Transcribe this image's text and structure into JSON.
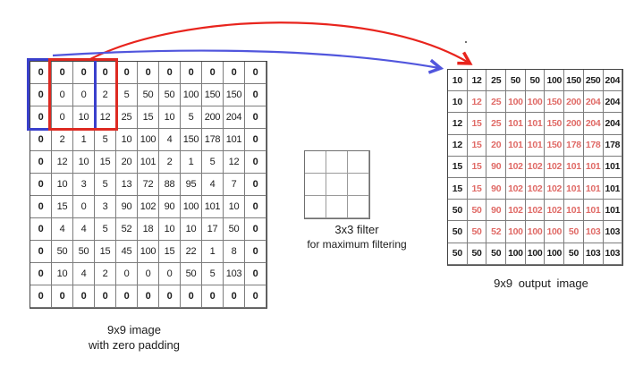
{
  "colors": {
    "black_text": "#1c1c1c",
    "red_text": "#e06a66",
    "window_red": "#dd2a22",
    "window_blue": "#3a40cc",
    "arrow_red": "#e8241d",
    "arrow_blue": "#5156dd",
    "grid_line": "#7d7d7d"
  },
  "padded_image": {
    "label_line1": "9x9 image",
    "label_line2": "with zero padding",
    "rows": [
      [
        0,
        0,
        0,
        0,
        0,
        0,
        0,
        0,
        0,
        0,
        0
      ],
      [
        0,
        0,
        0,
        2,
        5,
        50,
        50,
        100,
        150,
        150,
        0
      ],
      [
        0,
        0,
        10,
        12,
        25,
        15,
        10,
        5,
        200,
        204,
        0
      ],
      [
        0,
        2,
        1,
        5,
        10,
        100,
        4,
        150,
        178,
        101,
        0
      ],
      [
        0,
        12,
        10,
        15,
        20,
        101,
        2,
        1,
        5,
        12,
        0
      ],
      [
        0,
        10,
        3,
        5,
        13,
        72,
        88,
        95,
        4,
        7,
        0
      ],
      [
        0,
        15,
        0,
        3,
        90,
        102,
        90,
        100,
        101,
        10,
        0
      ],
      [
        0,
        4,
        4,
        5,
        52,
        18,
        10,
        10,
        17,
        50,
        0
      ],
      [
        0,
        50,
        50,
        15,
        45,
        100,
        15,
        22,
        1,
        8,
        0
      ],
      [
        0,
        10,
        4,
        2,
        0,
        0,
        0,
        50,
        5,
        103,
        0
      ],
      [
        0,
        0,
        0,
        0,
        0,
        0,
        0,
        0,
        0,
        0,
        0
      ]
    ]
  },
  "filter": {
    "label_line1": "3x3 filter",
    "label_line2": "for maximum filtering"
  },
  "output_image": {
    "label": "9x9 output image",
    "rows": [
      [
        10,
        12,
        25,
        50,
        50,
        100,
        150,
        250,
        204
      ],
      [
        10,
        12,
        25,
        100,
        100,
        150,
        200,
        204,
        204
      ],
      [
        12,
        15,
        25,
        101,
        101,
        150,
        200,
        204,
        204
      ],
      [
        12,
        15,
        20,
        101,
        101,
        150,
        178,
        178,
        178
      ],
      [
        15,
        15,
        90,
        102,
        102,
        102,
        101,
        101,
        101
      ],
      [
        15,
        15,
        90,
        102,
        102,
        102,
        101,
        101,
        101
      ],
      [
        50,
        50,
        90,
        102,
        102,
        102,
        101,
        101,
        101
      ],
      [
        50,
        50,
        52,
        100,
        100,
        100,
        50,
        103,
        103
      ],
      [
        50,
        50,
        50,
        100,
        100,
        100,
        50,
        103,
        103
      ]
    ]
  }
}
